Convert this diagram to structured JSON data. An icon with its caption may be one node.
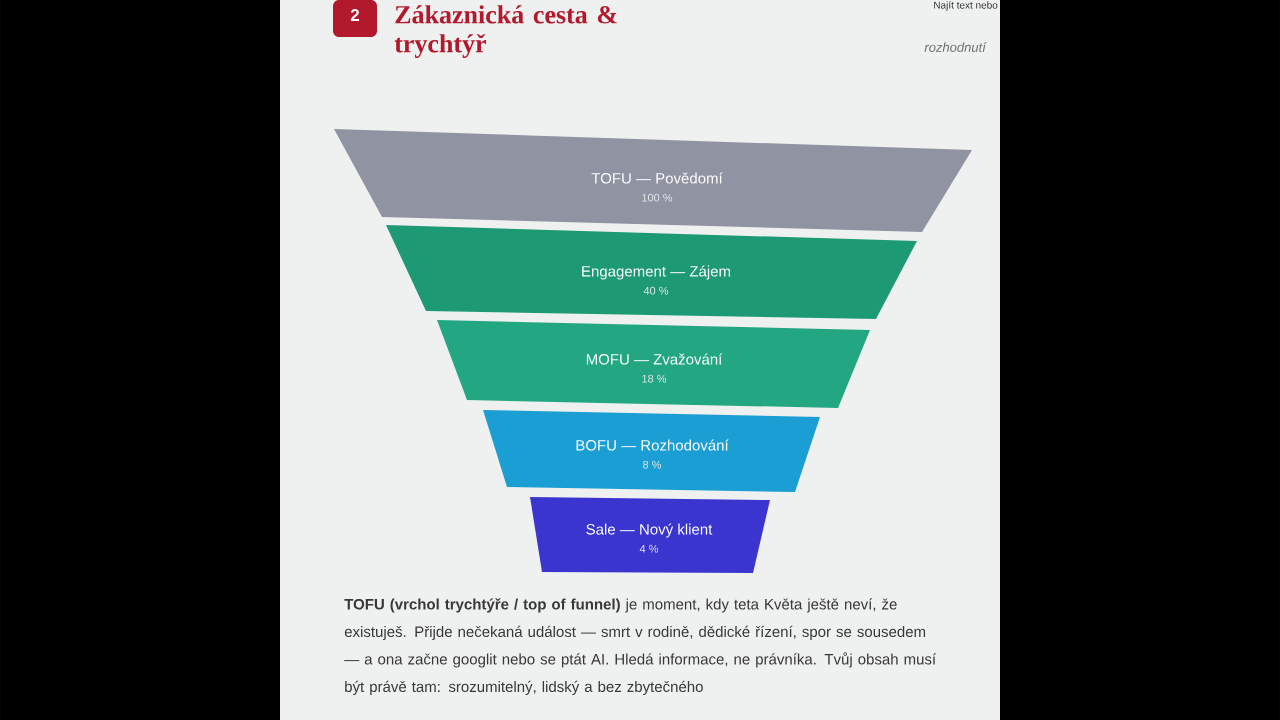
{
  "diagram": {
    "title": "Zákaznická cesta & trychtýř",
    "nodes": [
      {
        "text": [
          "2"
        ]
      },
      {
        "text": [
          "TOFU — Povědomí",
          "100 %"
        ]
      },
      {
        "text": [
          "Engagement — Zájem",
          "40 %"
        ]
      },
      {
        "text": [
          "MOFU — Zvažování",
          "18 %"
        ]
      },
      {
        "text": [
          "BOFU — Rozhodování",
          "8 %"
        ]
      },
      {
        "text": [
          "Sale — Nový klient",
          "4 %"
        ]
      }
    ],
    "labels": [
      "Najít text nebo",
      "rozhodnutí",
      "**TOFU (vrchol trychtýře / top of funnel)** je moment, kdy teta Květa ještě neví, že existuješ. Přijde nečekaná událost — smrt v rodině, dědické řízení, spor se sousedem — a ona začne googlit nebo se ptát AI. Hledá informace, ne právníka. Tvůj obsah musí být právě tam: srozumitelný, lidský a bez zbytečného"
    ]
  }
}
